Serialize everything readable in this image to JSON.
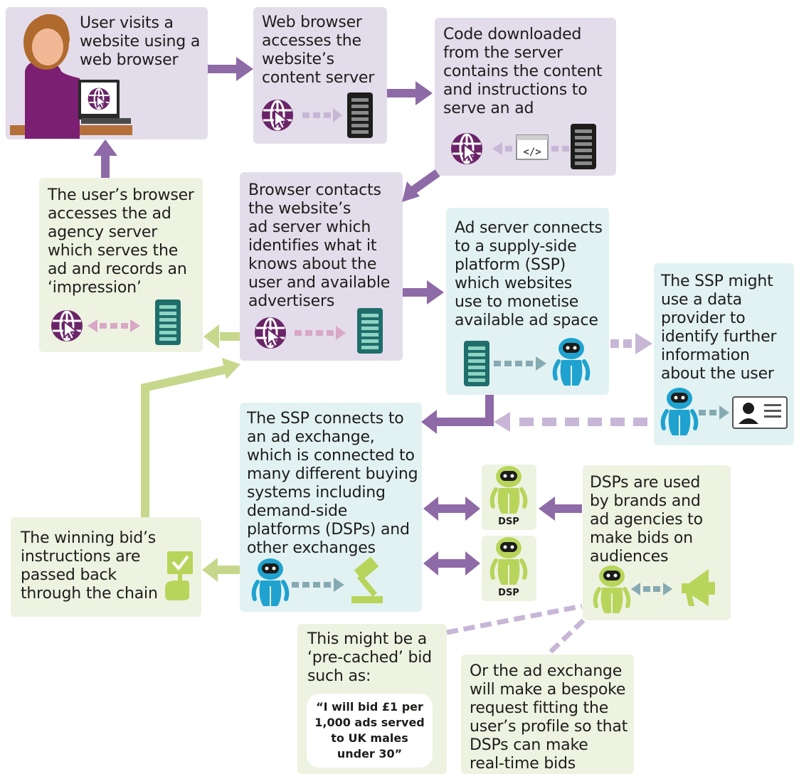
{
  "steps": {
    "visit": "User visits a\nwebsite using a\nweb browser",
    "access": "Web browser\naccesses the\nwebsite’s\ncontent server",
    "code": "Code downloaded\nfrom the server\ncontains the content\nand instructions to\nserve an ad",
    "agency": "The user’s browser\naccesses the ad\nagency server\nwhich serves the\nad and records an\n‘impression’",
    "contact": "Browser contacts\nthe website’s\nad server which\nidentifies what it\nknows about the\nuser and available\nadvertisers",
    "ssp_connect": "Ad server connects\nto a supply-side\nplatform (SSP)\nwhich websites\nuse to monetise\navailable ad space",
    "data_provider": "The SSP might\nuse a data\nprovider to\nidentify further\ninformation\nabout the user",
    "exchange": "The SSP connects to\nan ad exchange,\nwhich is connected to\nmany different buying\nsystems including\ndemand-side\nplatforms (DSPs) and\nother exchanges",
    "winning": "The winning bid’s\ninstructions are\npassed  back\nthrough the chain",
    "dsps": "DSPs are used\nby brands and\nad agencies to\nmake bids on\naudiences",
    "precached": "This might be a\n‘pre-cached’ bid\nsuch as:",
    "quote": "“I will bid £1 per\n1,000 ads served\nto UK males\nunder 30”",
    "bespoke": "Or the ad exchange\nwill make a bespoke\nrequest fitting the\nuser’s profile so that\nDSPs can make\nreal-time bids"
  },
  "dsp_label": "DSP",
  "colors": {
    "purple": "#8e6aa6",
    "lilac_dash": "#c7b6d6",
    "green": "#c7d78c",
    "teal_dash": "#86aab2",
    "robot_blue": "#1fa2cf",
    "robot_green": "#b7d55a",
    "server_teal": "#2a8a88",
    "globe_purple": "#6a2468"
  },
  "icons": [
    "woman-at-computer-icon",
    "globe-cursor-icon",
    "server-icon",
    "code-window-icon",
    "robot-icon",
    "id-card-icon",
    "gavel-icon",
    "approval-sign-icon",
    "megaphone-icon"
  ]
}
